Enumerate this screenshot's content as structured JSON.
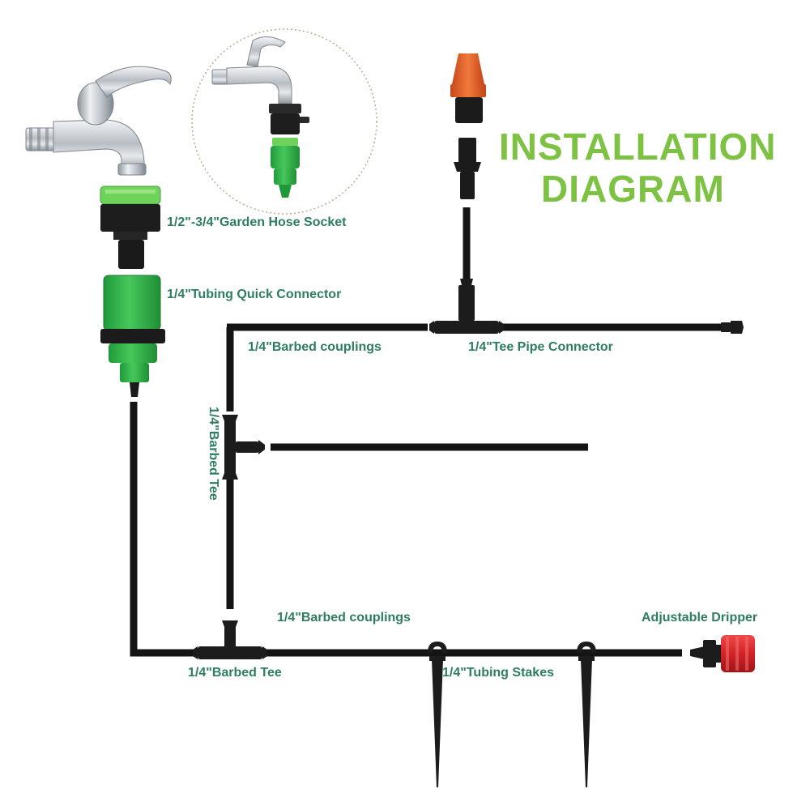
{
  "title": {
    "line1": "INSTALLATION",
    "line2": "DIAGRAM"
  },
  "labels": {
    "hose_socket": "1/2\"-3/4\"Garden Hose Socket",
    "quick_connector": "1/4\"Tubing Quick Connector",
    "barbed_couplings_top": "1/4\"Barbed couplings",
    "tee_pipe_connector": "1/4\"Tee Pipe Connector",
    "barbed_tee_vertical": "1/4\"Barbed Tee",
    "barbed_couplings_bottom": "1/4\"Barbed couplings",
    "adjustable_dripper": "Adjustable Dripper",
    "barbed_tee_bottom": "1/4\"Barbed Tee",
    "tubing_stakes": "1/4\"Tubing Stakes"
  },
  "colors": {
    "title_green": "#7dc242",
    "label_teal": "#2e7d63",
    "tube_black": "#141414",
    "connector_green": "#2fb34a",
    "connector_light_green": "#6fd25a",
    "nozzle_orange": "#e8642a",
    "dripper_red": "#d8282c",
    "chrome": "#c9ced3",
    "inset_border": "#b9ad8e"
  },
  "icons": [
    "faucet-icon",
    "faucet-with-adapter-icon",
    "hose-socket-icon",
    "quick-connector-icon",
    "mist-nozzle-icon",
    "tee-connector-icon",
    "barbed-tee-icon",
    "tubing-stake-icon",
    "adjustable-dripper-icon",
    "end-plug-icon"
  ]
}
